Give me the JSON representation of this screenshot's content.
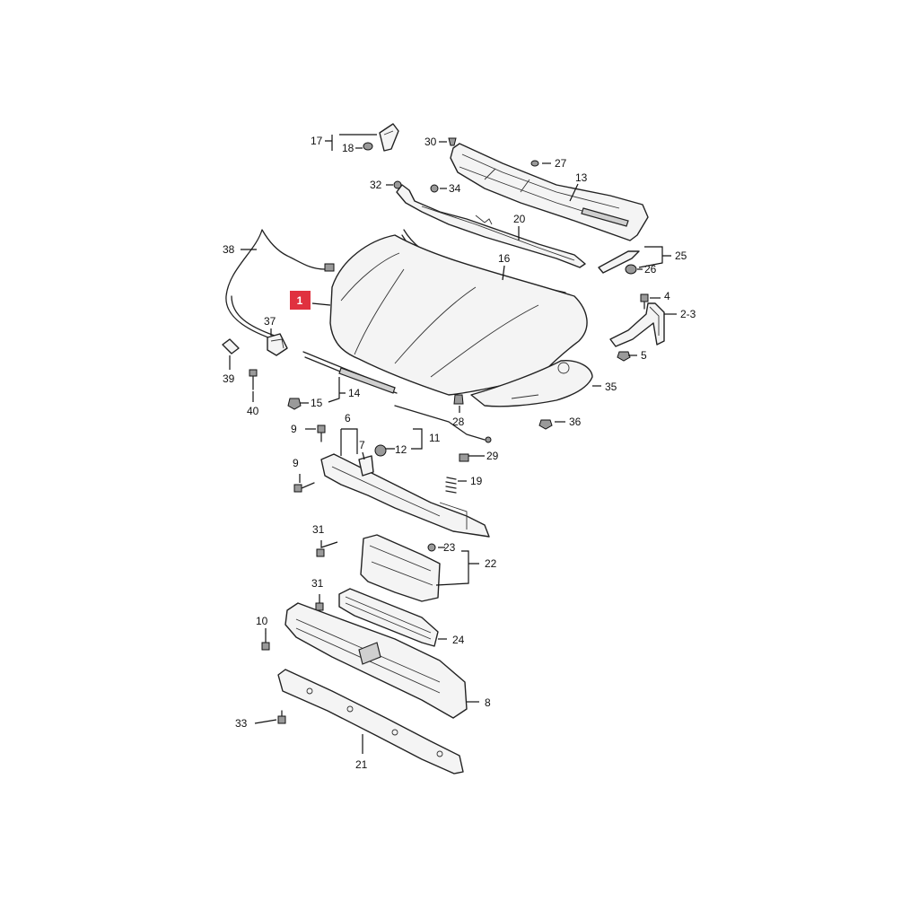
{
  "diagram": {
    "highlight_color": "#e0313f",
    "highlighted_callout": "1",
    "callouts": {
      "c1": "1",
      "c2_3": "2-3",
      "c4": "4",
      "c5": "5",
      "c6": "6",
      "c7": "7",
      "c8": "8",
      "c9a": "9",
      "c9b": "9",
      "c10": "10",
      "c11": "11",
      "c12": "12",
      "c13": "13",
      "c14": "14",
      "c15": "15",
      "c16": "16",
      "c17": "17",
      "c18": "18",
      "c19": "19",
      "c20": "20",
      "c21": "21",
      "c22": "22",
      "c23": "23",
      "c24": "24",
      "c25": "25",
      "c26": "26",
      "c27": "27",
      "c28": "28",
      "c29": "29",
      "c30": "30",
      "c31a": "31",
      "c31b": "31",
      "c32": "32",
      "c33": "33",
      "c34": "34",
      "c35": "35",
      "c36": "36",
      "c37": "37",
      "c38": "38",
      "c39": "39",
      "c40": "40"
    }
  }
}
